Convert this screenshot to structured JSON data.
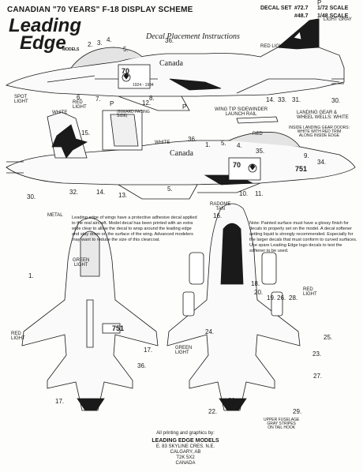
{
  "header": {
    "title": "CANADIAN \"70 YEARS\" F-18 DISPLAY SCHEME",
    "decal_set_label": "DECAL SET",
    "scale_72_code": "#72.7",
    "scale_72_text": "1/72 SCALE",
    "scale_48_code": "#48.7",
    "scale_48_text": "1/48 SCALE",
    "logo_line1": "Leading",
    "logo_line2": "Edge",
    "logo_models": "MODELS",
    "subtitle": "Decal Placement Instructions"
  },
  "top_view_labels": {
    "light_gray": "LIGHT\nGRAY",
    "red_light": "RED LIGHT",
    "spot_light": "SPOT\nLIGHT",
    "canada": "Canada",
    "fuselage_number": "70",
    "anniversary_line": "1924 - 1994",
    "numbers": [
      "2.",
      "3.",
      "4.",
      "5.",
      "36.",
      "12.",
      "6.",
      "7.",
      "8.",
      "14.",
      "33.",
      "31.",
      "30.",
      "P",
      "P",
      "P"
    ]
  },
  "middle_view_labels": {
    "white": "WHITE",
    "red_light": "RED\nLIGHT",
    "inward_facing": "(INWARD FACING\nSIDE)",
    "wing_tip_note": "WING TIP SIDEWINDER\nLAUNCH RAIL",
    "red": "RED",
    "landing_gear_note": "LANDING GEAR &\nWHEEL WELLS: WHITE",
    "gear_doors_note": "INSIDE LANDING GEAR DOORS:\nWHITE WITH RED TRIM\nALONG INSIDE EDGE",
    "white2": "WHITE",
    "canada": "Canada",
    "fuselage_number": "70",
    "tail_number": "751",
    "numbers": [
      "15.",
      "35.",
      "36.",
      "9.",
      "34.",
      "5.",
      "4.",
      "1.",
      "10.",
      "11.",
      "5.",
      "13.",
      "14.",
      "32.",
      "30."
    ]
  },
  "bottom_view_labels": {
    "metal": "METAL",
    "green_light": "GREEN\nLIGHT",
    "red_light_left": "RED\nLIGHT",
    "radome_tan": "RADOME\nTAN",
    "red_light_right": "RED\nLIGHT",
    "green_light_right": "GREEN\nLIGHT",
    "upper_fuselage": "UPPER FUSELAGE\nGRAY STRIPES\nON TAIL HOOK",
    "tail_number": "751",
    "numbers_left": [
      "1.",
      "36.",
      "17.",
      "17."
    ],
    "numbers_right": [
      "16.",
      "18.",
      "19.",
      "20.",
      "26.",
      "28.",
      "25.",
      "23.",
      "27.",
      "24.",
      "21.",
      "22.",
      "29."
    ]
  },
  "notes": {
    "left": "Leading edge of wings have a protective adhesive decal applied to the real aircraft. Model decal has been printed with an extra wide clear to allow the decal to wrap around the leading edge and stay down on the surface of the wing. Advanced modelers may want to reduce the size of this clearcoat.",
    "right": "Note: Painted surface must have a glossy finish for decals to properly set on the model. A decal softener setting liquid is strongly recommended. Especially for the larger decals that must conform to curved surfaces. Use spare Leading Edge logo decals to test the softener to be used."
  },
  "footer": {
    "printing_credit": "All printing and graphics by:",
    "company": "LEADING EDGE MODELS",
    "address": "E. 83 SKYLINE CRES. N.E.",
    "city": "CALGARY, AB",
    "postal": "T2K 5X2",
    "country": "CANADA"
  },
  "colors": {
    "ink": "#1a1a1a",
    "paper": "#fdfdfb",
    "gray": "#bdbdbd",
    "light_gray": "#dcdcdc"
  }
}
